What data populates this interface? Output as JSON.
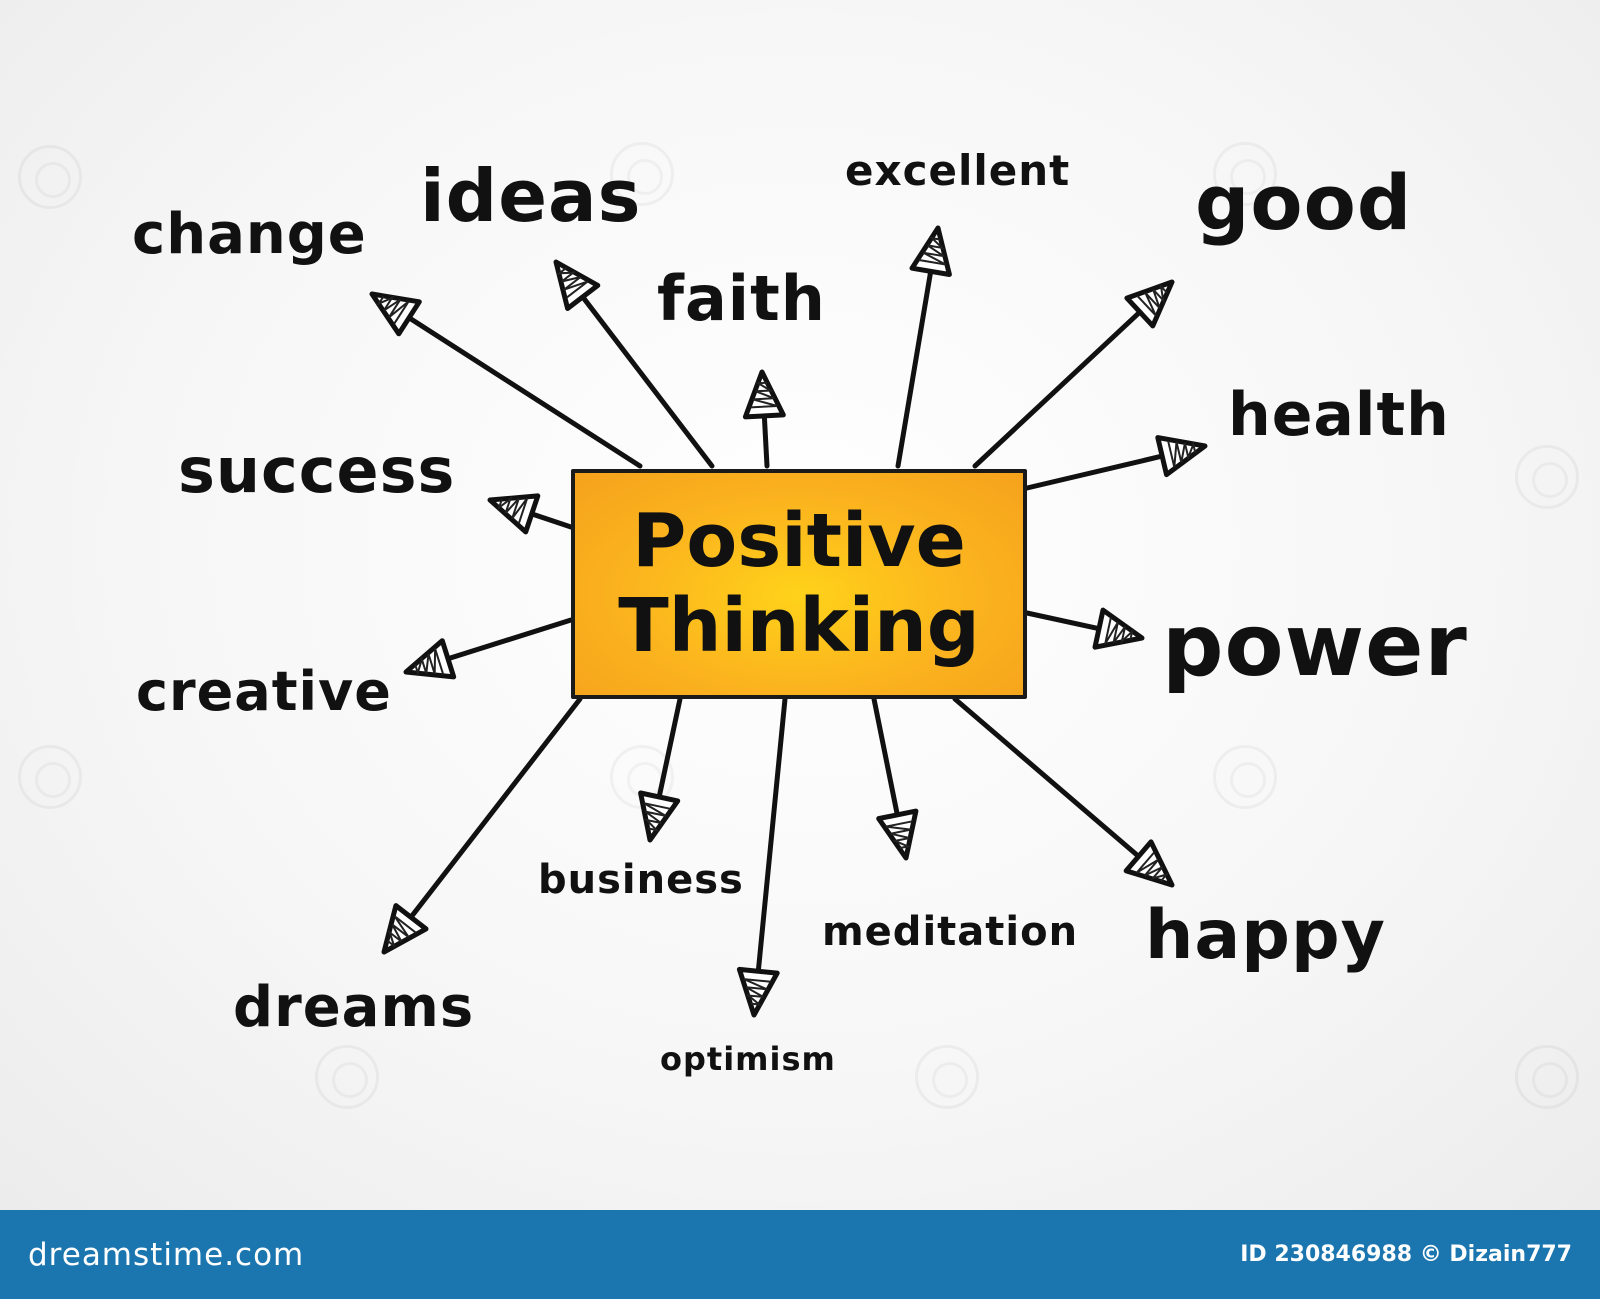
{
  "diagram": {
    "center": {
      "line1": "Positive",
      "line2": "Thinking"
    },
    "words": {
      "change": "change",
      "ideas": "ideas",
      "faith": "faith",
      "excellent": "excellent",
      "good": "good",
      "success": "success",
      "health": "health",
      "creative": "creative",
      "power": "power",
      "business": "business",
      "meditation": "meditation",
      "happy": "happy",
      "dreams": "dreams",
      "optimism": "optimism"
    },
    "colors": {
      "box_fill": "#fbb31e",
      "ink": "#111111"
    }
  },
  "footer": {
    "site": "dreamstime.com",
    "id_text": "ID 230846988 © Dizain777",
    "bar_color": "#1b76b0"
  }
}
